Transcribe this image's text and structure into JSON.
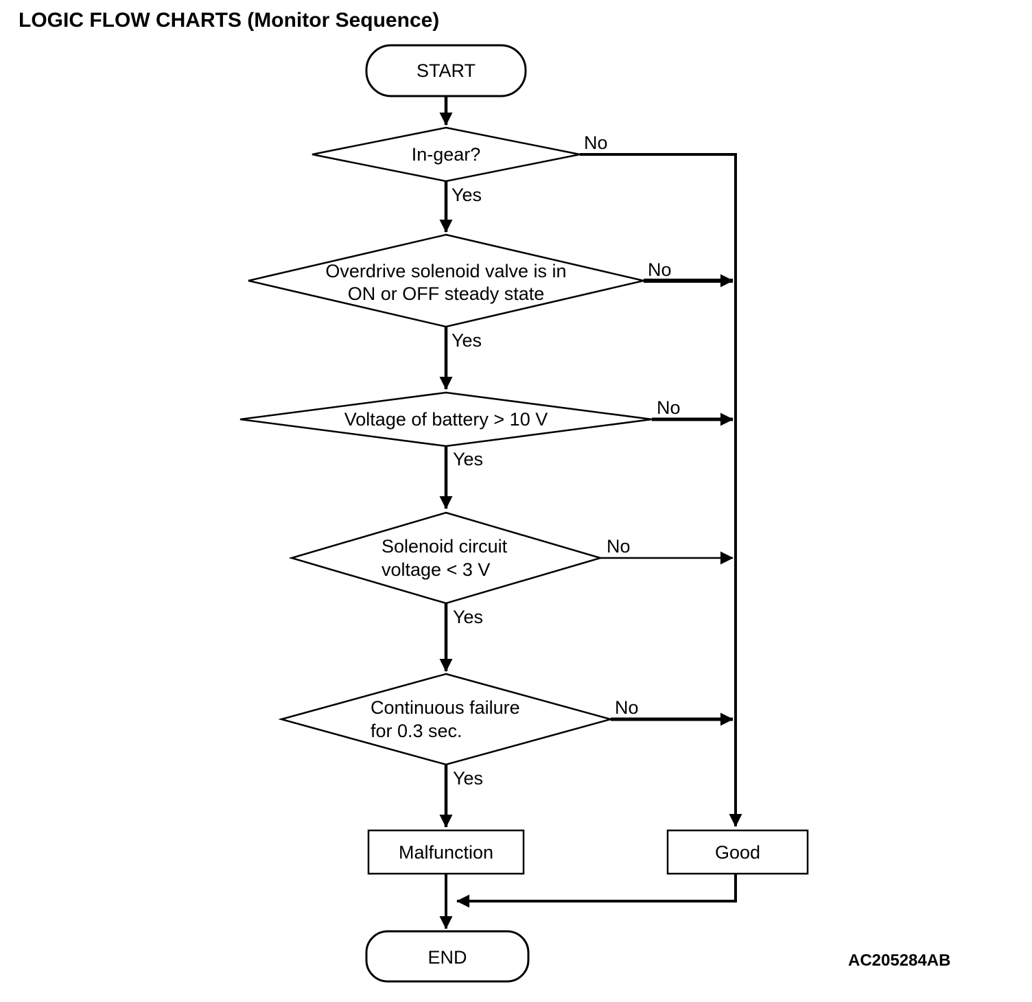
{
  "title": "LOGIC FLOW CHARTS (Monitor Sequence)",
  "figure_code": "AC205284AB",
  "colors": {
    "stroke": "#000000",
    "background": "#ffffff",
    "text": "#000000"
  },
  "nodes": {
    "start": {
      "type": "terminator",
      "label": "START"
    },
    "in_gear": {
      "type": "decision",
      "label": "In-gear?"
    },
    "overdrive": {
      "type": "decision",
      "lines": [
        "Overdrive solenoid valve is in",
        "ON or OFF steady state"
      ]
    },
    "battery": {
      "type": "decision",
      "label": "Voltage of battery > 10 V"
    },
    "solenoid": {
      "type": "decision",
      "lines": [
        "Solenoid circuit",
        "voltage < 3 V"
      ]
    },
    "continuous": {
      "type": "decision",
      "lines": [
        "Continuous failure",
        "for 0.3 sec."
      ]
    },
    "malfunction": {
      "type": "process",
      "label": "Malfunction"
    },
    "good": {
      "type": "process",
      "label": "Good"
    },
    "end": {
      "type": "terminator",
      "label": "END"
    }
  },
  "edge_labels": {
    "yes": "Yes",
    "no": "No"
  }
}
